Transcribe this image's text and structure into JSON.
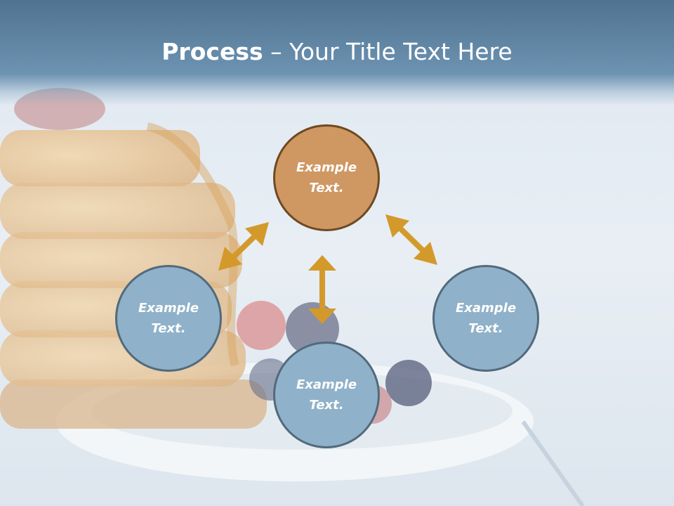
{
  "slide": {
    "title_bold": "Process",
    "title_rest": " – Your Title Text Here"
  },
  "nodes": {
    "top": {
      "line1": "Example",
      "line2": "Text."
    },
    "left": {
      "line1": "Example",
      "line2": "Text."
    },
    "right": {
      "line1": "Example",
      "line2": "Text."
    },
    "bottom": {
      "line1": "Example",
      "line2": "Text."
    }
  },
  "colors": {
    "title_band": "#5e83a2",
    "node_blue": "#8fb1c9",
    "node_blue_border": "#526a7c",
    "node_orange": "#cf9762",
    "node_orange_border": "#6e4a22",
    "arrow": "#d39a2b"
  }
}
